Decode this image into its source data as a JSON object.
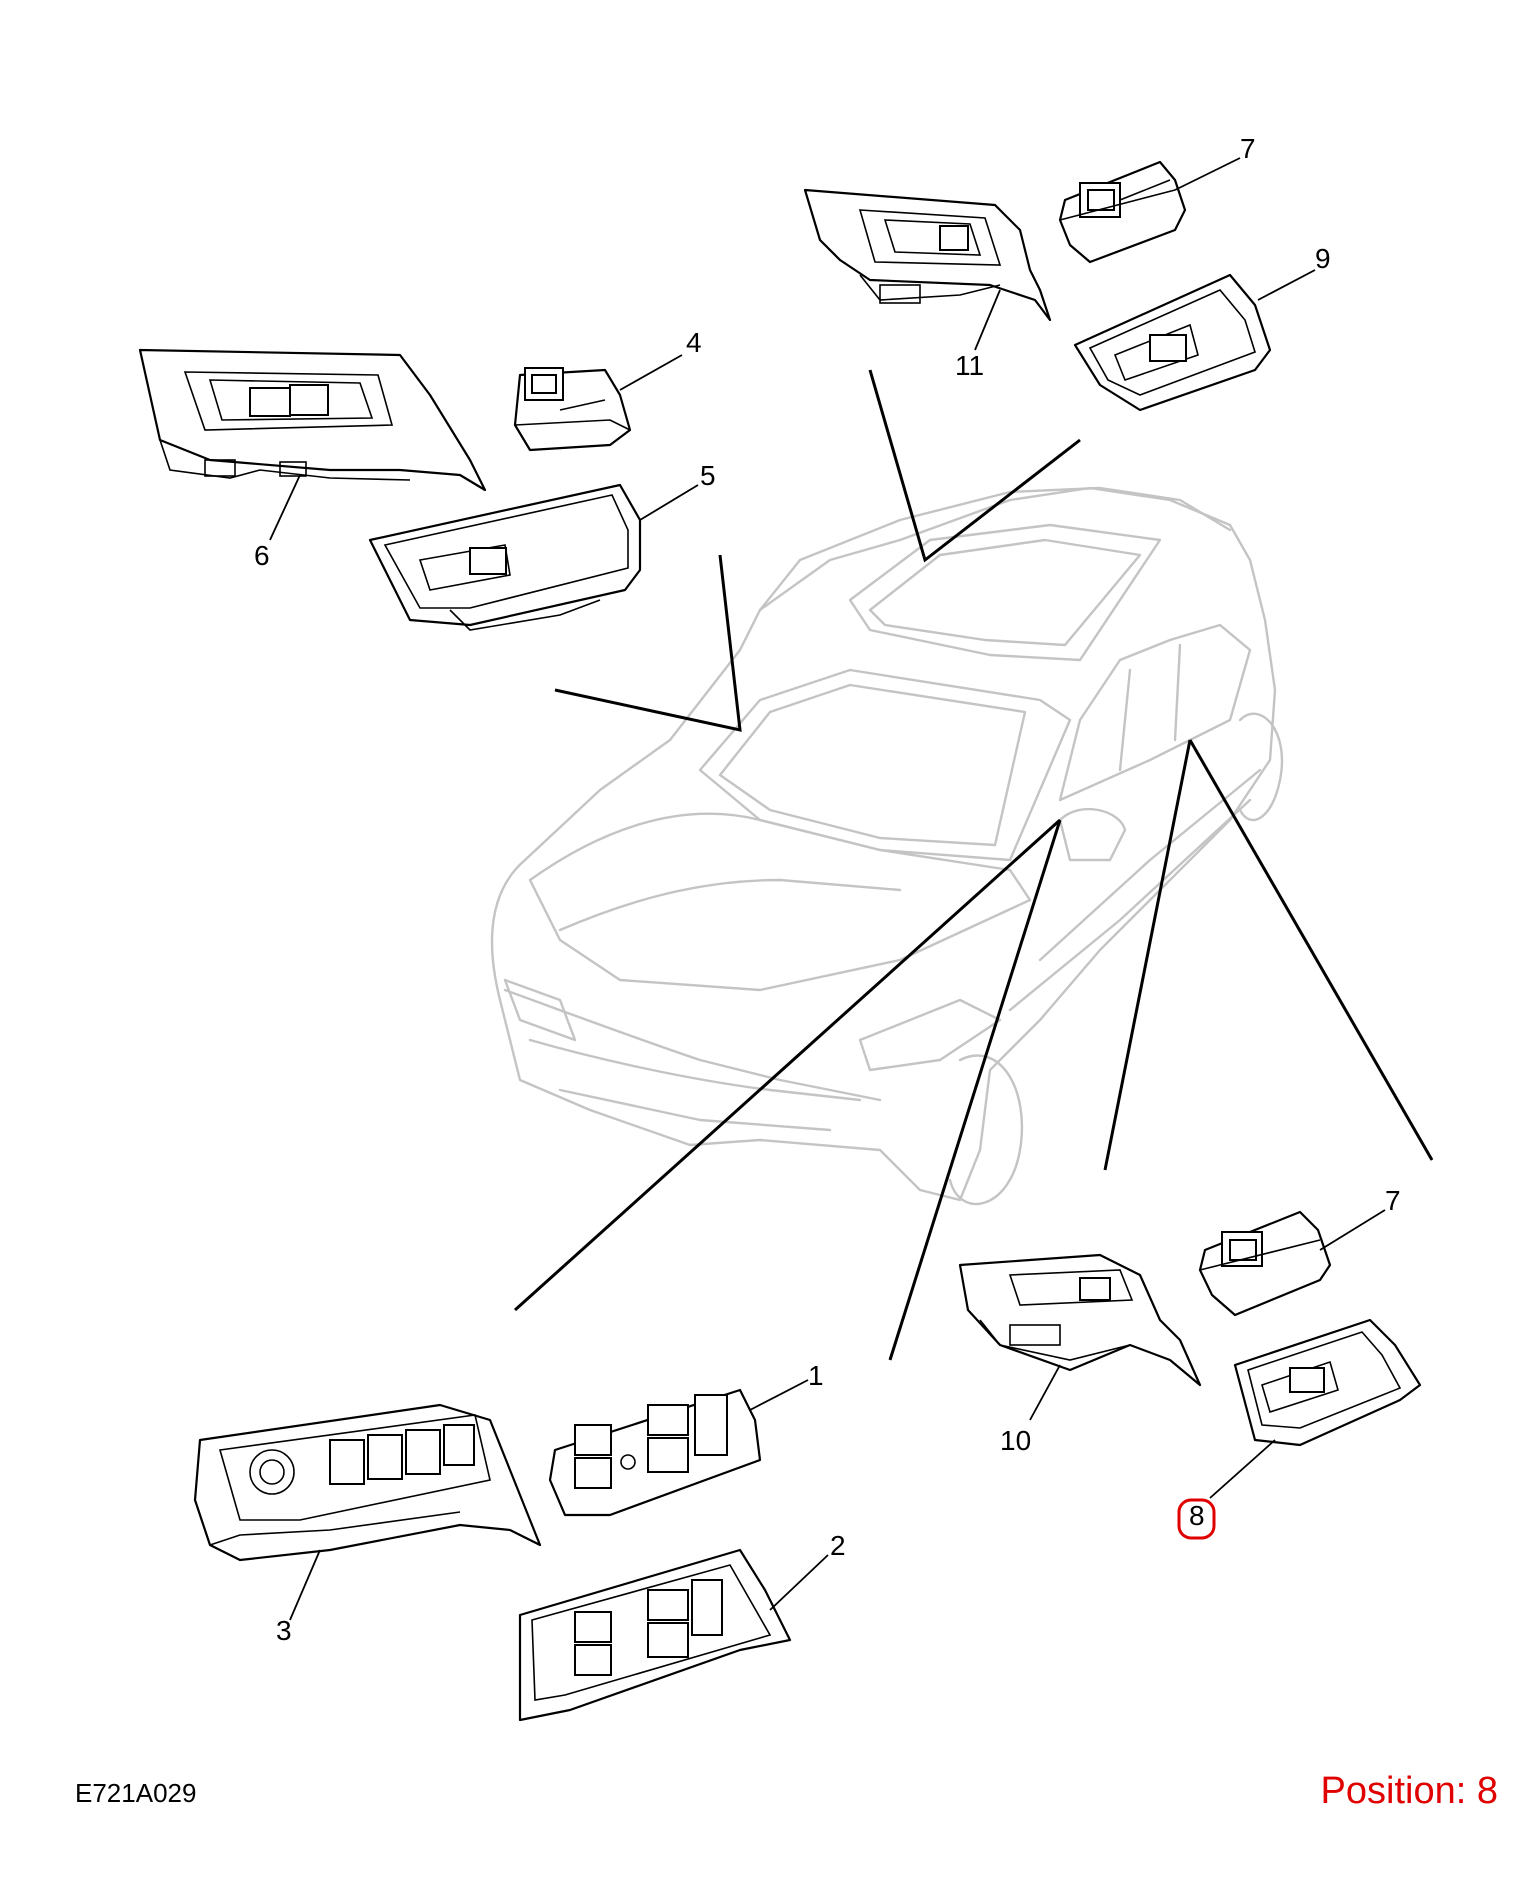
{
  "diagram": {
    "figure_code": "E721A029",
    "position_label": "Position: 8",
    "highlight_color": "#e00000",
    "callouts": [
      {
        "id": "1",
        "text": "1"
      },
      {
        "id": "2",
        "text": "2"
      },
      {
        "id": "3",
        "text": "3"
      },
      {
        "id": "4",
        "text": "4"
      },
      {
        "id": "5",
        "text": "5"
      },
      {
        "id": "6",
        "text": "6"
      },
      {
        "id": "7a",
        "text": "7"
      },
      {
        "id": "7b",
        "text": "7"
      },
      {
        "id": "8",
        "text": "8"
      },
      {
        "id": "9",
        "text": "9"
      },
      {
        "id": "10",
        "text": "10"
      },
      {
        "id": "11",
        "text": "11"
      }
    ],
    "highlighted_callout": "8"
  }
}
